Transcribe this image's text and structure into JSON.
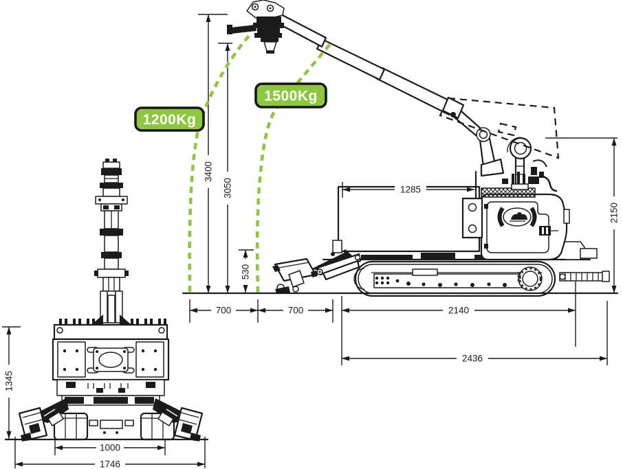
{
  "diagram": {
    "type": "technical-dimension-drawing",
    "background": "#ffffff",
    "line_color": "#1b1b1b",
    "views": {
      "front": "front-view",
      "side": "side-view"
    }
  },
  "loads": {
    "label_1200": "1200Kg",
    "label_1500": "1500Kg",
    "box_fill": "#8dc63f",
    "box_border": "#161616",
    "text_color": "#ffffff",
    "curve_color": "#8dc63f"
  },
  "dimensions": {
    "max_lift_height": "3400",
    "hook_height": "3050",
    "chassis_clearance": "530",
    "reach_offset_front": "700",
    "reach_offset_mid": "700",
    "upper_body_length": "1285",
    "transport_height": "2150",
    "track_length": "2140",
    "overall_length": "2436",
    "front_height": "1345",
    "track_width": "1000",
    "overall_width": "1746"
  }
}
